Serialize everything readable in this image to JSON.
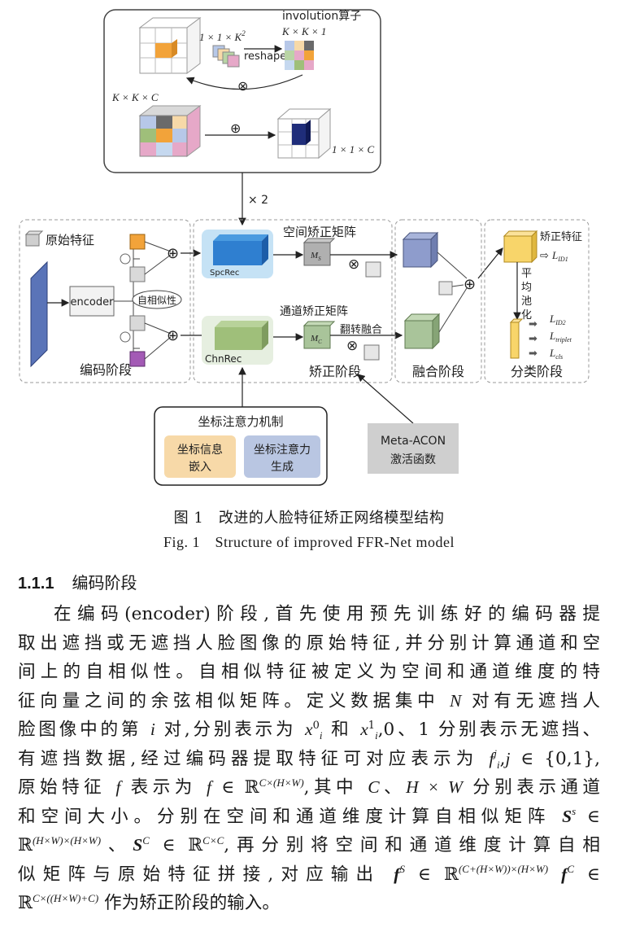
{
  "figure": {
    "top_panel": {
      "dim_top": "1 × 1 × K",
      "dim_top_sup": "2",
      "involution_title": "involution算子",
      "involution_dim": "K × K × 1",
      "reshape": "reshape",
      "dim_left": "K × K × C",
      "dim_out": "1 × 1 × C",
      "otimes": "⊗",
      "oplus": "⊕"
    },
    "repeat": "× 2",
    "encode_stage": {
      "raw_feature": "原始特征",
      "encoder": "encoder",
      "self_similarity": "自相似性",
      "label": "编码阶段"
    },
    "rectify_stage": {
      "spcrec": "SpcRec",
      "chnrec": "ChnRec",
      "spatial_matrix": "空间矫正矩阵",
      "channel_matrix": "通道矫正矩阵",
      "flip_fusion": "翻转融合",
      "ms": "M",
      "ms_sub": "S",
      "mc": "M",
      "mc_sub": "C",
      "label": "矫正阶段"
    },
    "fusion_stage": {
      "label": "融合阶段"
    },
    "classify_stage": {
      "rect_feature": "矫正特征",
      "pooling": "平均池化",
      "l_id1": "L",
      "l_id1_sub": "ID1",
      "l_id2": "L",
      "l_id2_sub": "ID2",
      "l_triplet": "L",
      "l_triplet_sub": "triplet",
      "l_cls": "L",
      "l_cls_sub": "cls",
      "label": "分类阶段"
    },
    "coord_attention": {
      "title": "坐标注意力机制",
      "embed": "坐标信息嵌入",
      "embed_l1": "坐标信息",
      "embed_l2": "嵌入",
      "generate": "坐标注意力生成",
      "gen_l1": "坐标注意力",
      "gen_l2": "生成"
    },
    "meta_acon": {
      "l1": "Meta-ACON",
      "l2": "激活函数"
    },
    "colors": {
      "orange": "#f2a33a",
      "navy": "#1f2d7a",
      "blue": "#2f7fd0",
      "green": "#9fbf7a",
      "light_blue": "#c5d8ef",
      "cube_blue": "#8e9ccc",
      "cube_green": "#a9c49a",
      "cube_yellow": "#f8d56a",
      "orange_bg": "#f7d9a8",
      "blue_bg": "#b9c6e2",
      "grey_bg": "#cfcfcf"
    }
  },
  "caption_cn": "图 1　改进的人脸特征矫正网络模型结构",
  "caption_en": "Fig. 1　Structure of improved FFR-Net model",
  "section": {
    "number": "1.1.1",
    "title": "编码阶段"
  },
  "body": {
    "l1": "在编码(encoder)阶段,首先使用预先训练好的编码器提",
    "l2": "取出遮挡或无遮挡人脸图像的原始特征,并分别计算通道和空",
    "l3": "间上的自相似性。自相似特征被定义为空间和通道维度的特",
    "l4a": "征向量之间的余弦相似矩阵。定义数据集中 ",
    "l4N": "N",
    "l4b": " 对有无遮挡人",
    "l5a": "脸图像中的第 ",
    "l5i": "i",
    "l5b": " 对,分别表示为 ",
    "l5x0": "x",
    "l5x0sup": "0",
    "l5x0sub": "i",
    "l5c": " 和 ",
    "l5x1": "x",
    "l5x1sup": "1",
    "l5x1sub": "i",
    "l5d": ",0、1 分别表示无遮挡、",
    "l6a": "有遮挡数据,经过编码器提取特征可对应表示为 ",
    "l6f": "f",
    "l6fsup": "j",
    "l6fsub": "i",
    "l6b": ",",
    "l6j": "j",
    "l6c": " ∈ {0,1},",
    "l7a": "原始特征 ",
    "l7f": "f",
    "l7b": " 表示为 ",
    "l7f2": "f",
    "l7c": " ∈ ℝ",
    "l7sup": "C×(H×W)",
    "l7d": ",其中 ",
    "l7C": "C",
    "l7e": "、",
    "l7HW": "H × W",
    "l7g": " 分别表示通道",
    "l8a": "和空间大小。分别在空间和通道维度计算自相似矩阵 ",
    "l8S": "S",
    "l8Ssup": "s",
    "l8b": " ∈",
    "l9a": "ℝ",
    "l9sup1": "(H×W)×(H×W)",
    "l9b": "、",
    "l9S": "S",
    "l9Ssup": "C",
    "l9c": " ∈ ℝ",
    "l9sup2": "C×C",
    "l9d": ",再分别将空间和通道维度计算自相",
    "l10a": "似矩阵与原始特征拼接,对应输出 ",
    "l10f": "f",
    "l10fsup": "S",
    "l10b": " ∈ ℝ",
    "l10sup": "(C+(H×W))×(H×W)",
    "l10c": " ",
    "l10f2": "f",
    "l10f2sup": "C",
    "l10d": " ∈",
    "l11a": "ℝ",
    "l11sup": "C×((H×W)+C)",
    "l11b": " 作为矫正阶段的输入。"
  }
}
